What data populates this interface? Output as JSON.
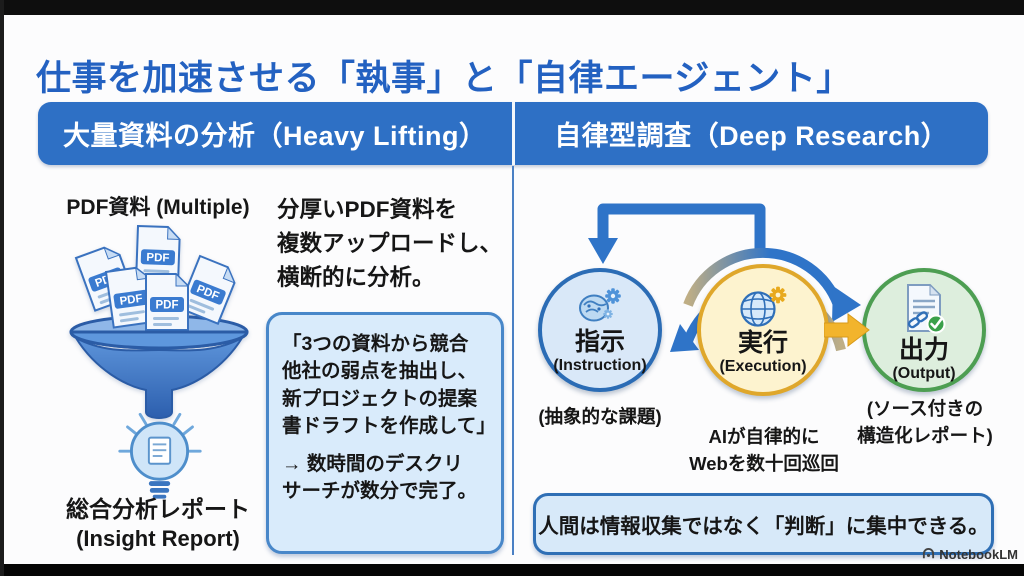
{
  "title": "仕事を加速させる「執事」と「自律エージェント」",
  "watermark": "NotebookLM",
  "colors": {
    "title_blue": "#2361c1",
    "band_blue": "#2e70c5",
    "panel_fill": "#d9ebfb",
    "panel_border": "#4887c9",
    "arrow_blue": "#2f74c8",
    "arrow_gold": "#f2b42c",
    "instruction_fill": "#d9e8f8",
    "instruction_border": "#2b6cb5",
    "execution_fill": "#fdf3cf",
    "execution_border": "#dfa72b",
    "output_fill": "#ddeedd",
    "output_border": "#4d9e52"
  },
  "left": {
    "header": "大量資料の分析（Heavy Lifting）",
    "input_label": "PDF資料 (Multiple)",
    "pdf_label": "PDF",
    "description": "分厚いPDF資料を\n複数アップロードし、\n横断的に分析。",
    "quote": "「3つの資料から競合\n他社の弱点を抽出し、\n新プロジェクトの提案\n書ドラフトを作成して」",
    "quote_result": "→ 数時間のデスクリ\nサーチが数分で完了。",
    "output_ja": "総合分析レポート",
    "output_en": "(Insight Report)"
  },
  "right": {
    "header": "自律型調査（Deep Research）",
    "nodes": [
      {
        "ja": "指示",
        "en": "(Instruction)",
        "caption": "(抽象的な課題)"
      },
      {
        "ja": "実行",
        "en": "(Execution)",
        "caption": "AIが自律的に\nWebを数十回巡回"
      },
      {
        "ja": "出力",
        "en": "(Output)",
        "caption": "(ソース付きの\n構造化レポート)"
      }
    ],
    "conclusion": "人間は情報収集ではなく「判断」に集中できる。"
  }
}
